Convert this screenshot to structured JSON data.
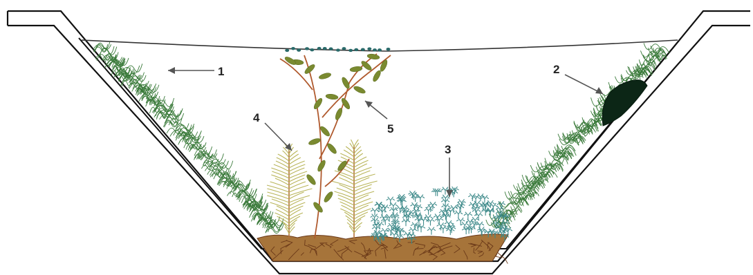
{
  "diagram": {
    "callouts": [
      {
        "id": "1",
        "label": "1"
      },
      {
        "id": "2",
        "label": "2"
      },
      {
        "id": "3",
        "label": "3"
      },
      {
        "id": "4",
        "label": "4"
      },
      {
        "id": "5",
        "label": "5"
      }
    ],
    "colors": {
      "wall_stroke": "#111111",
      "moss": "#3a7a3a",
      "dark_clump": "#0c2616",
      "yellow_plant": "#b8b458",
      "yellow_stem": "#b4723a",
      "leafy_plant": "#7a8a30",
      "leafy_stem": "#b05a2e",
      "blue_bush": "#3e8a8a",
      "mud": "#a6743a",
      "roots": "#6a3818",
      "surface_buds": "#2a6a6a"
    }
  }
}
